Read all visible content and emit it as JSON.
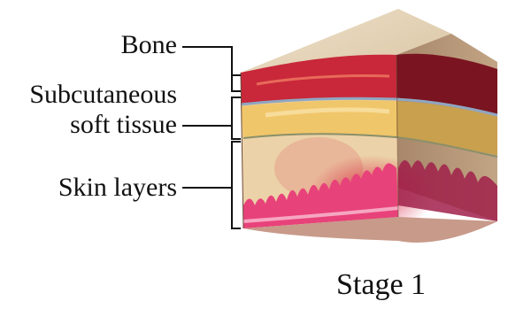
{
  "labels": {
    "bone": "Bone",
    "subcutaneous_line1": "Subcutaneous",
    "subcutaneous_line2": "soft tissue",
    "skin_layers": "Skin layers",
    "stage": "Stage 1"
  },
  "colors": {
    "bone": "#c8283a",
    "bone_dark": "#7a1420",
    "fat": "#f0c66a",
    "fat_dark": "#c9a04e",
    "dermis": "#ecd2a8",
    "dermis_side": "#b99a78",
    "epidermis": "#e8427a",
    "top_surface": "#e2cfb1",
    "redness": "#d41c3c",
    "leader_line": "#111111"
  }
}
